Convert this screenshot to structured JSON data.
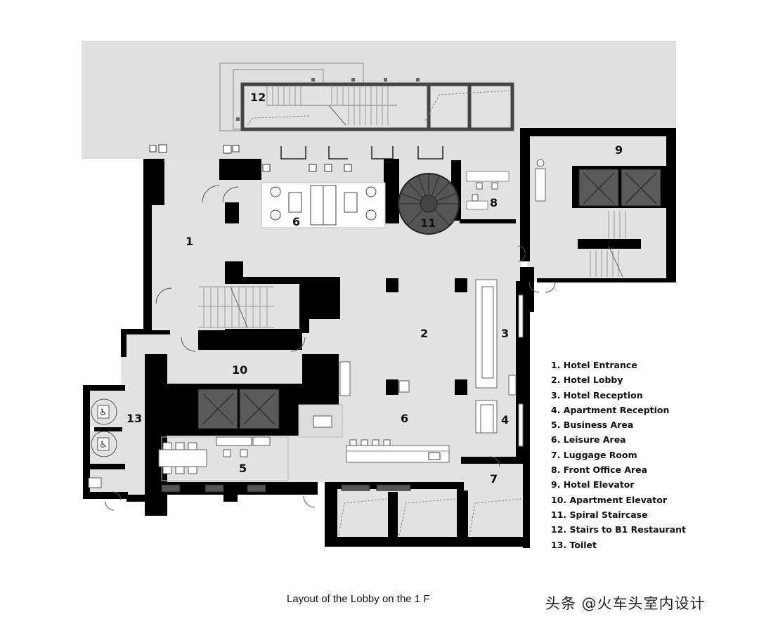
{
  "colors": {
    "wall": "#000000",
    "floor": "#e2e2e2",
    "exterior": "#e0e0e0",
    "elevator": "#555555",
    "furniture": "#ffffff",
    "line": "#555555"
  },
  "rooms": [
    {
      "num": "1",
      "name": "Hotel Entrance"
    },
    {
      "num": "2",
      "name": "Hotel Lobby"
    },
    {
      "num": "3",
      "name": "Hotel Reception"
    },
    {
      "num": "4",
      "name": "Apartment Reception"
    },
    {
      "num": "5",
      "name": "Business Area"
    },
    {
      "num": "6",
      "name": "Leisure Area"
    },
    {
      "num": "7",
      "name": "Luggage Room"
    },
    {
      "num": "8",
      "name": "Front Office Area"
    },
    {
      "num": "9",
      "name": "Hotel Elevator"
    },
    {
      "num": "10",
      "name": "Apartment Elevator"
    },
    {
      "num": "11",
      "name": "Spiral Staircase"
    },
    {
      "num": "12",
      "name": "Stairs to B1 Restaurant"
    },
    {
      "num": "13",
      "name": "Toilet"
    }
  ],
  "plan_labels": {
    "r1": "1",
    "r2": "2",
    "r3": "3",
    "r4": "4",
    "r5": "5",
    "r6a": "6",
    "r6b": "6",
    "r7": "7",
    "r8": "8",
    "r9": "9",
    "r10": "10",
    "r11": "11",
    "r12": "12",
    "r13": "13"
  },
  "legend": [
    "1. Hotel Entrance",
    "2. Hotel Lobby",
    "3. Hotel Reception",
    "4. Apartment Reception",
    "5. Business Area",
    "6. Leisure Area",
    "7. Luggage Room",
    "8. Front Office Area",
    "9. Hotel Elevator",
    "10. Apartment Elevator",
    "11. Spiral Staircase",
    "12. Stairs to B1 Restaurant",
    "13. Toilet"
  ],
  "caption": "Layout of the Lobby on the 1 F",
  "watermark": "头条 @火车头室内设计"
}
